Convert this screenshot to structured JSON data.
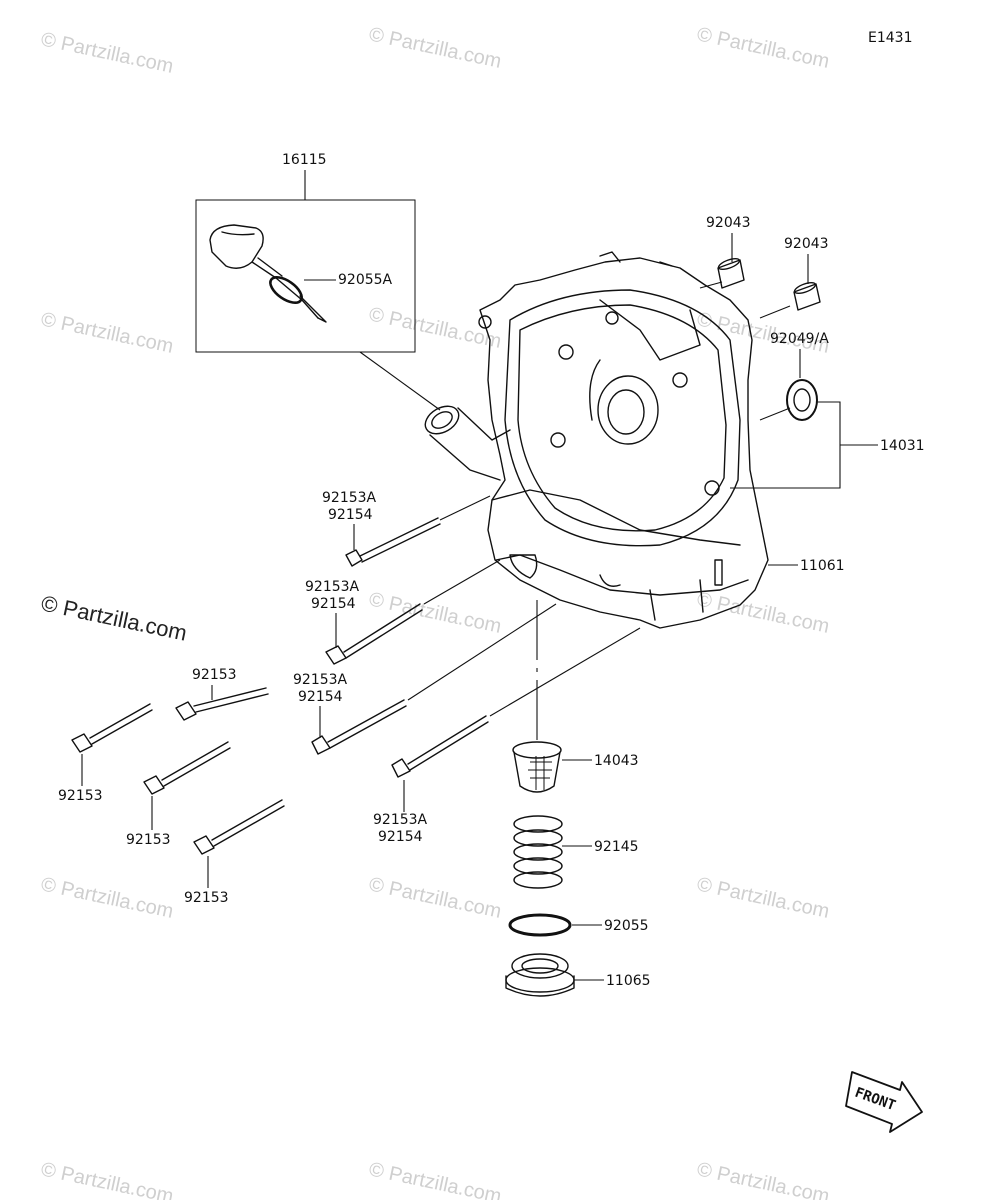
{
  "diagram": {
    "code": "E1431",
    "front_label": "FRONT",
    "watermark": "© Partzilla.com",
    "logo_watermark": "© Partzilla.com",
    "labels": {
      "p16115": "16115",
      "p92055A": "92055A",
      "p92043a": "92043",
      "p92043b": "92043",
      "p92049": "92049/A",
      "p14031": "14031",
      "p11061": "11061",
      "p92153A_1": "92153A",
      "p92154_1": "92154",
      "p92153A_2": "92153A",
      "p92154_2": "92154",
      "p92153A_3": "92153A",
      "p92154_3": "92154",
      "p92153A_4": "92153A",
      "p92154_4": "92154",
      "p92153_top": "92153",
      "p92153_a": "92153",
      "p92153_b": "92153",
      "p92153_c": "92153",
      "p14043": "14043",
      "p92145": "92145",
      "p92055": "92055",
      "p11065": "11065"
    }
  }
}
